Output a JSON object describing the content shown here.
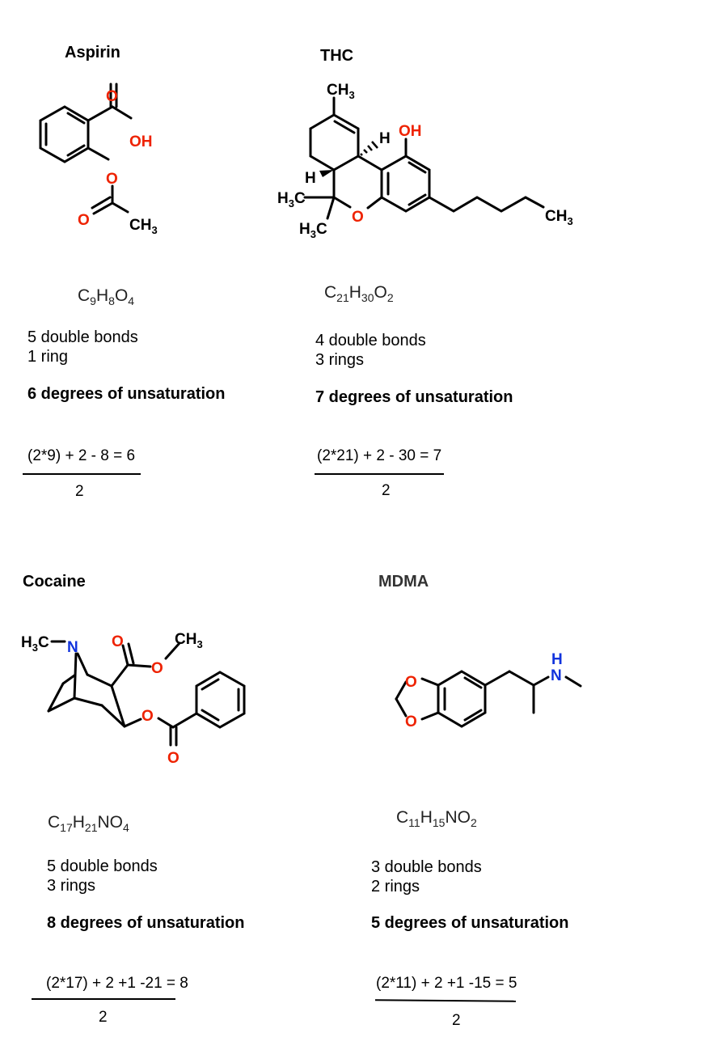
{
  "molecules": [
    {
      "name": "Aspirin",
      "formula": {
        "p1": "C",
        "s1": "9",
        "p2": "H",
        "s2": "8",
        "p3": "O",
        "s3": "4"
      },
      "double_bonds": "5 double bonds",
      "rings": "1 ring",
      "degrees": "6 degrees of unsaturation",
      "calc": "(2*9) + 2 - 8 = 6",
      "denominator": "2",
      "atoms": {
        "o": "O",
        "oh": "OH",
        "ch": "CH",
        "three": "3"
      }
    },
    {
      "name": "THC",
      "formula": {
        "p1": "C",
        "s1": "21",
        "p2": "H",
        "s2": "30",
        "p3": "O",
        "s3": "2"
      },
      "double_bonds": "4 double bonds",
      "rings": "3 rings",
      "degrees": "7 degrees of unsaturation",
      "calc": "(2*21) + 2 - 30 = 7",
      "denominator": "2",
      "atoms": {
        "o": "O",
        "oh": "OH",
        "h": "H",
        "ch": "CH",
        "hc": "H",
        "c": "C",
        "three": "3"
      }
    },
    {
      "name": "Cocaine",
      "formula": {
        "p1": "C",
        "s1": "17",
        "p2": "H",
        "s2": "21",
        "p3": "NO",
        "s3": "4"
      },
      "double_bonds": "5 double bonds",
      "rings": "3 rings",
      "degrees": "8 degrees of unsaturation",
      "calc": "(2*17) + 2 +1 -21 = 8",
      "denominator": "2",
      "atoms": {
        "o": "O",
        "n": "N",
        "ch": "CH",
        "hc": "H",
        "c": "C",
        "three": "3"
      }
    },
    {
      "name": "MDMA",
      "formula": {
        "p1": "C",
        "s1": "11",
        "p2": "H",
        "s2": "15",
        "p3": "NO",
        "s3": "2"
      },
      "double_bonds": "3 double bonds",
      "rings": "2 rings",
      "degrees": "5 degrees of unsaturation",
      "calc": "(2*11) + 2 +1 -15 = 5",
      "denominator": "2",
      "atoms": {
        "o": "O",
        "n": "N",
        "h": "H"
      }
    }
  ],
  "colors": {
    "oxygen": "#ee2200",
    "nitrogen": "#1133dd",
    "bond": "#000000",
    "title_dark": "#333333"
  }
}
